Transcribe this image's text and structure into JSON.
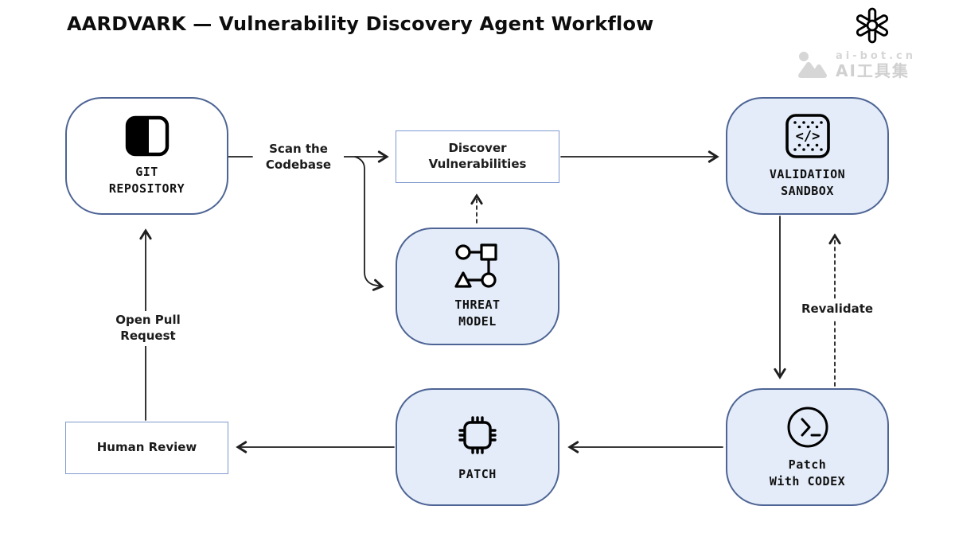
{
  "colors": {
    "node_fill": "#e4ecf9",
    "node_border": "#4d6494",
    "box_border": "#7f9ad0",
    "arrow": "#1f1f1f",
    "text": "#111111",
    "watermark": "#d6d6d6"
  },
  "header": {
    "title": "AARDVARK — Vulnerability Discovery Agent Workflow"
  },
  "watermark": {
    "site": "ai-bot.cn",
    "name": "AI工具集"
  },
  "nodes": {
    "git_repository": {
      "label": "GIT\nREPOSITORY"
    },
    "validation_sandbox": {
      "label": "VALIDATION\nSANDBOX"
    },
    "threat_model": {
      "label": "THREAT\nMODEL"
    },
    "patch_with_codex": {
      "label": "Patch\nWith CODEX"
    },
    "patch": {
      "label": "PATCH"
    },
    "discover_vulnerabilities": {
      "label": "Discover\nVulnerabilities"
    },
    "human_review": {
      "label": "Human Review"
    }
  },
  "edges": {
    "scan_codebase": "Scan the\nCodebase",
    "open_pull_request": "Open Pull\nRequest",
    "revalidate": "Revalidate"
  }
}
